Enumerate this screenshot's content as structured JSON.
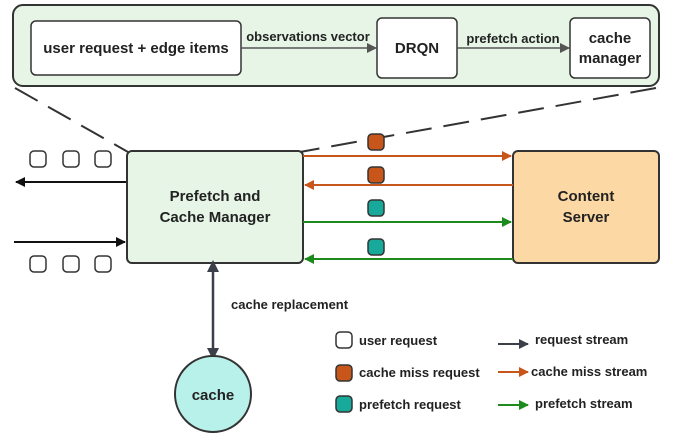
{
  "top_panel": {
    "user_request_box": "user request + edge items",
    "observations_label": "observations vector",
    "drqn_box": "DRQN",
    "prefetch_action_label": "prefetch action",
    "cache_manager_box": [
      "cache",
      "manager"
    ]
  },
  "main": {
    "prefetch_manager": [
      "Prefetch and",
      "Cache Manager"
    ],
    "content_server": [
      "Content",
      "Server"
    ],
    "cache": "cache",
    "cache_replacement_label": "cache replacement"
  },
  "legend": {
    "user_request": "user request",
    "cache_miss_request": "cache miss request",
    "prefetch_request": "prefetch request",
    "request_stream": "request stream",
    "cache_miss_stream": "cache miss stream",
    "prefetch_stream": "prefetch stream"
  },
  "colors": {
    "orange": "#c8561a",
    "green": "#1d8a1d",
    "teal_node": "#17a99a",
    "panel_fill": "#e6f5e6",
    "server_fill": "#fcd9a4",
    "cache_fill": "#b8f0ea"
  }
}
